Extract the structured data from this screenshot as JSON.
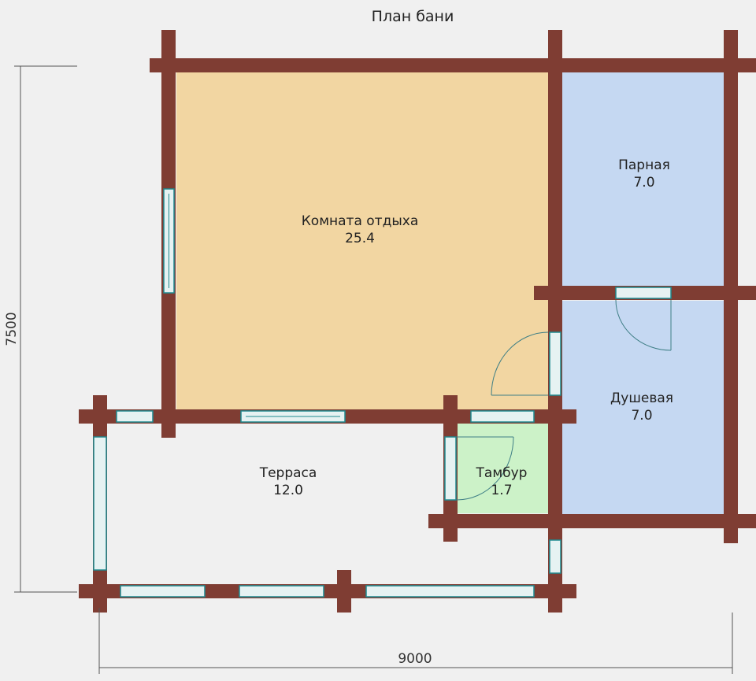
{
  "title": "План бани",
  "rooms": [
    {
      "name": "Комната отдыха",
      "area": "25.4",
      "color": "#f2d6a2"
    },
    {
      "name": "Парная",
      "area": "7.0",
      "color": "#c5d8f2"
    },
    {
      "name": "Душевая",
      "area": "7.0",
      "color": "#c5d8f2"
    },
    {
      "name": "Тамбур",
      "area": "1.7",
      "color": "#ccf2c8"
    },
    {
      "name": "Терраса",
      "area": "12.0",
      "color": "#f0f0f0"
    }
  ],
  "dimensions": {
    "height": "7500",
    "width": "9000"
  },
  "colors": {
    "wall": "#7f3d33",
    "window": "#e6f2f2",
    "window_edge": "#1f8a8f",
    "door": "#3f7f86",
    "dim_line": "#555555"
  }
}
